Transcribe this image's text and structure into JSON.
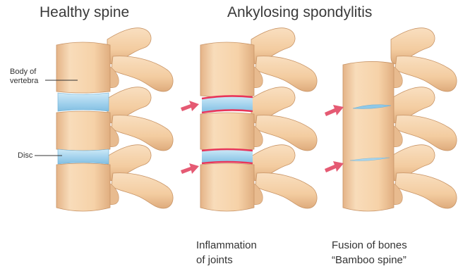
{
  "titles": {
    "healthy": "Healthy spine",
    "ankylosing": "Ankylosing spondylitis"
  },
  "labels": {
    "body_line1": "Body of",
    "body_line2": "vertebra",
    "disc": "Disc"
  },
  "captions": {
    "inflammation_line1": "Inflammation",
    "inflammation_line2": "of joints",
    "fusion_line1": "Fusion of bones",
    "fusion_line2": "“Bamboo spine”"
  },
  "colors": {
    "bone": "#f6d3ab",
    "bone_shade": "#e2b285",
    "bone_edge": "#c89466",
    "disc": "#a9d6ee",
    "disc_shade": "#7fbde0",
    "inflammation": "#e8365a",
    "arrow": "#e55a73"
  }
}
